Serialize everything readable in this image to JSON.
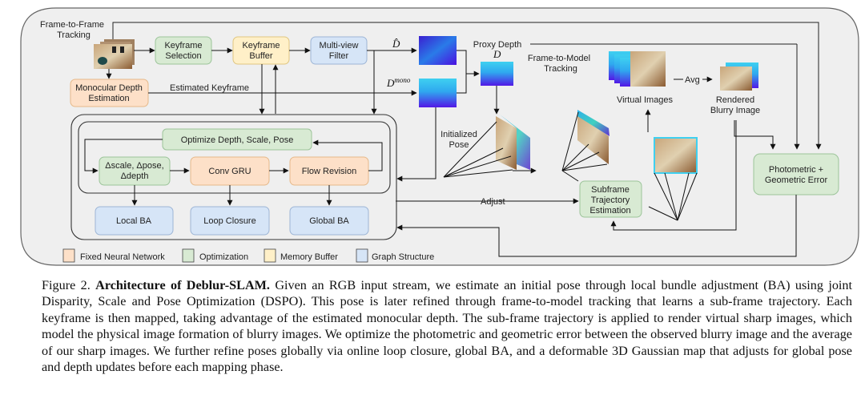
{
  "figure": {
    "colors": {
      "panel_bg": "#efefef",
      "neural": "#fde0c8",
      "neural_border": "#e6b98a",
      "optimization": "#d8ead3",
      "optimization_border": "#9cc49a",
      "memory": "#fff0c8",
      "memory_border": "#e0c680",
      "graph": "#d6e5f7",
      "graph_border": "#9db5d6"
    },
    "labels": {
      "frame_to_frame": [
        "Frame-to-Frame",
        "Tracking"
      ],
      "estimated_keyframe": "Estimated Keyframe",
      "d_hat": "D̂",
      "d_mono_base": "D",
      "d_mono_sup": "mono",
      "proxy_depth": "Proxy Depth",
      "d_proxy": "D",
      "frame_to_model": [
        "Frame-to-Model",
        "Tracking"
      ],
      "virtual_images": "Virtual Images",
      "avg": "Avg",
      "rendered_blurry": [
        "Rendered",
        "Blurry Image"
      ],
      "initialized_pose": [
        "Initialized",
        "Pose"
      ],
      "adjust": "Adjust"
    },
    "boxes": {
      "keyframe_selection": [
        "Keyframe",
        "Selection"
      ],
      "keyframe_buffer": [
        "Keyframe",
        "Buffer"
      ],
      "multiview_filter": [
        "Multi-view",
        "Filter"
      ],
      "mono_depth": [
        "Monocular Depth",
        "Estimation"
      ],
      "optimize": [
        "Optimize Depth, Scale, Pose"
      ],
      "deltas": [
        "Δscale, Δpose,",
        "Δdepth"
      ],
      "conv_gru": [
        "Conv GRU"
      ],
      "flow_revision": [
        "Flow Revision"
      ],
      "local_ba": [
        "Local BA"
      ],
      "loop_closure": [
        "Loop Closure"
      ],
      "global_ba": [
        "Global BA"
      ],
      "subframe": [
        "Subframe",
        "Trajectory",
        "Estimation"
      ],
      "photometric": [
        "Photometric +",
        "Geometric Error"
      ]
    },
    "legend": [
      {
        "label": "Fixed Neural Network",
        "color": "#fde0c8"
      },
      {
        "label": "Optimization",
        "color": "#d8ead3"
      },
      {
        "label": "Memory Buffer",
        "color": "#fff0c8"
      },
      {
        "label": "Graph Structure",
        "color": "#d6e5f7"
      }
    ]
  },
  "caption": {
    "prefix": "Figure 2.",
    "title": "Architecture of Deblur-SLAM.",
    "body": "Given an RGB input stream, we estimate an initial pose through local bundle adjustment (BA) using joint Disparity, Scale and Pose Optimization (DSPO). This pose is later refined through frame-to-model tracking that learns a sub-frame trajectory. Each keyframe is then mapped, taking advantage of the estimated monocular depth. The sub-frame trajectory is applied to render virtual sharp images, which model the physical image formation of blurry images. We optimize the photometric and geometric error between the observed blurry image and the average of our sharp images. We further refine poses globally via online loop closure, global BA, and a deformable 3D Gaussian map that adjusts for global pose and depth updates before each mapping phase."
  }
}
